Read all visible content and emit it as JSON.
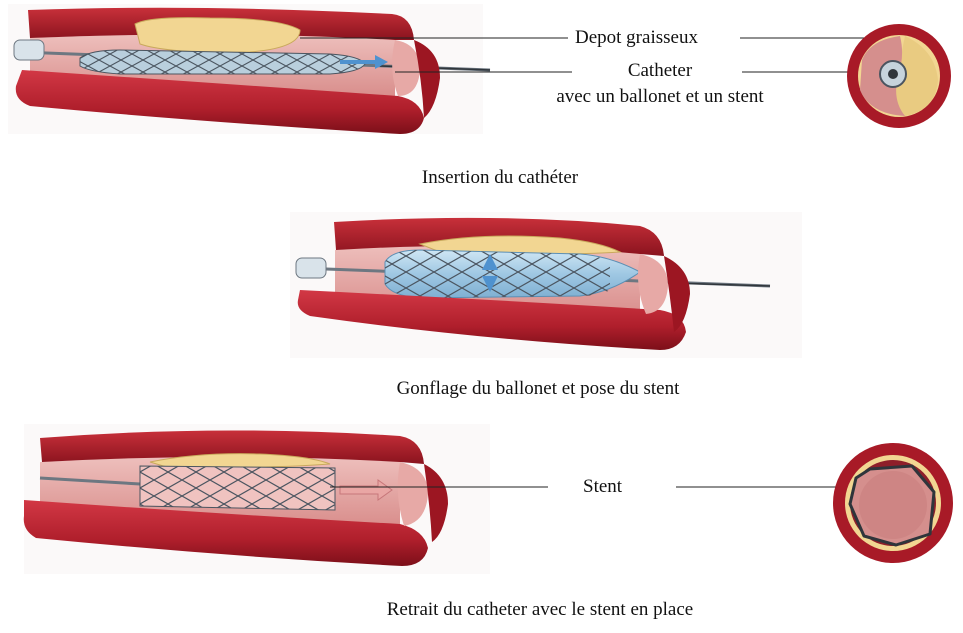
{
  "labels": {
    "depot": "Depot graisseux",
    "catheter_line1": "Catheter",
    "catheter_line2": "avec un ballonet et un stent",
    "stent": "Stent"
  },
  "captions": {
    "step1": "Insertion du cathéter",
    "step2": "Gonflage du ballonet et pose du stent",
    "step3": "Retrait du catheter avec le stent en place"
  },
  "colors": {
    "artery_wall": "#b5202c",
    "artery_dark": "#7e111b",
    "artery_inner": "#e5a3a2",
    "plaque": "#f2d692",
    "stent_mesh": "#4b5560",
    "balloon": "#9fc8e3",
    "arrow": "#4f92cf"
  }
}
